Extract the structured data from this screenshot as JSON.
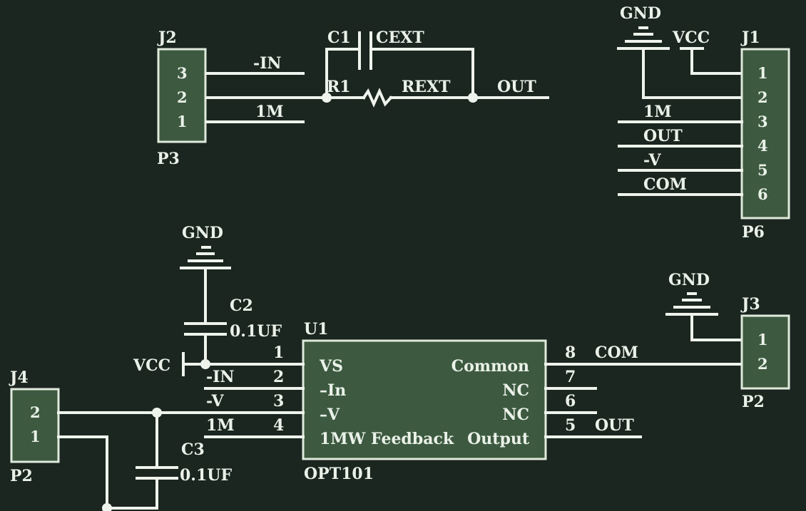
{
  "colors": {
    "background": "#1c2620",
    "wire": "#eef4ec",
    "component_fill": "#3d5a40",
    "text": "#e9f1e8"
  },
  "j2": {
    "ref": "J2",
    "footprint": "P3",
    "pins": [
      "3",
      "2",
      "1"
    ],
    "nets": {
      "pin3": "-IN",
      "pin1": "1M"
    }
  },
  "c1": {
    "ref": "C1",
    "value": "CEXT"
  },
  "r1": {
    "ref": "R1",
    "value": "REXT"
  },
  "out_net": "OUT",
  "j1": {
    "ref": "J1",
    "footprint": "P6",
    "pins": [
      "1",
      "2",
      "3",
      "4",
      "5",
      "6"
    ],
    "gnd": "GND",
    "vcc": "VCC",
    "nets": [
      "1M",
      "OUT",
      "-V",
      "COM"
    ]
  },
  "c2": {
    "ref": "C2",
    "value": "0.1UF",
    "gnd": "GND"
  },
  "vcc_u1": "VCC",
  "u1": {
    "ref": "U1",
    "part": "OPT101",
    "left_pins": [
      {
        "num": "1",
        "name": "VS",
        "net": ""
      },
      {
        "num": "2",
        "name": "–In",
        "net": "-IN"
      },
      {
        "num": "3",
        "name": "–V",
        "net": "-V"
      },
      {
        "num": "4",
        "name": "1MW Feedback",
        "net": "1M"
      }
    ],
    "right_pins": [
      {
        "num": "8",
        "name": "Common",
        "net": "COM"
      },
      {
        "num": "7",
        "name": "NC",
        "net": ""
      },
      {
        "num": "6",
        "name": "NC",
        "net": ""
      },
      {
        "num": "5",
        "name": "Output",
        "net": "OUT"
      }
    ]
  },
  "j3": {
    "ref": "J3",
    "footprint": "P2",
    "pins": [
      "1",
      "2"
    ],
    "gnd": "GND"
  },
  "j4": {
    "ref": "J4",
    "footprint": "P2",
    "pins": [
      "2",
      "1"
    ]
  },
  "c3": {
    "ref": "C3",
    "value": "0.1UF"
  }
}
